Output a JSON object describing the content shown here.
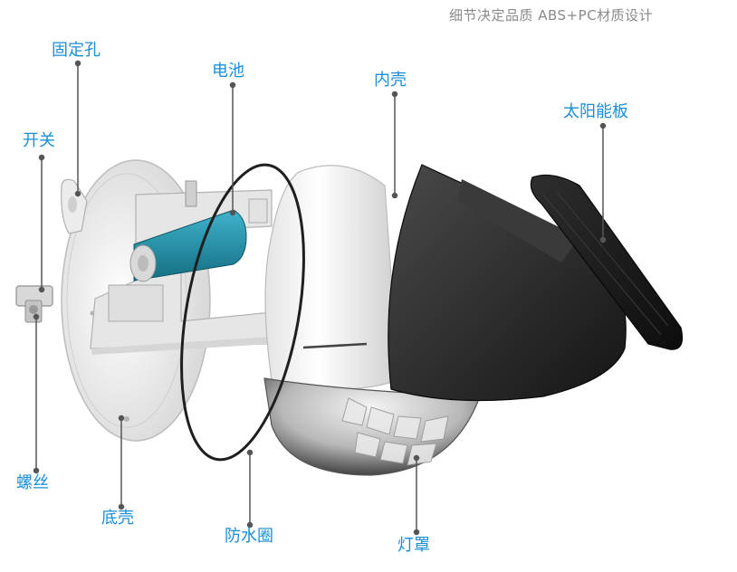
{
  "header": {
    "text": "细节决定品质   ABS+PC材质设计"
  },
  "labels": {
    "fixing_hole": "固定孔",
    "battery": "电池",
    "inner_shell": "内壳",
    "solar_panel": "太阳能板",
    "switch": "开关",
    "screw": "螺丝",
    "base_shell": "底壳",
    "waterproof_ring": "防水圈",
    "lamp_cover": "灯罩"
  },
  "colors": {
    "label": "#1a8fd6",
    "leader_line": "#555555",
    "base_white": "#f2f2f2",
    "battery_teal": "#1e8fa8",
    "dome_black": "#2a2a2a",
    "panel_black": "#1b1b1b"
  }
}
